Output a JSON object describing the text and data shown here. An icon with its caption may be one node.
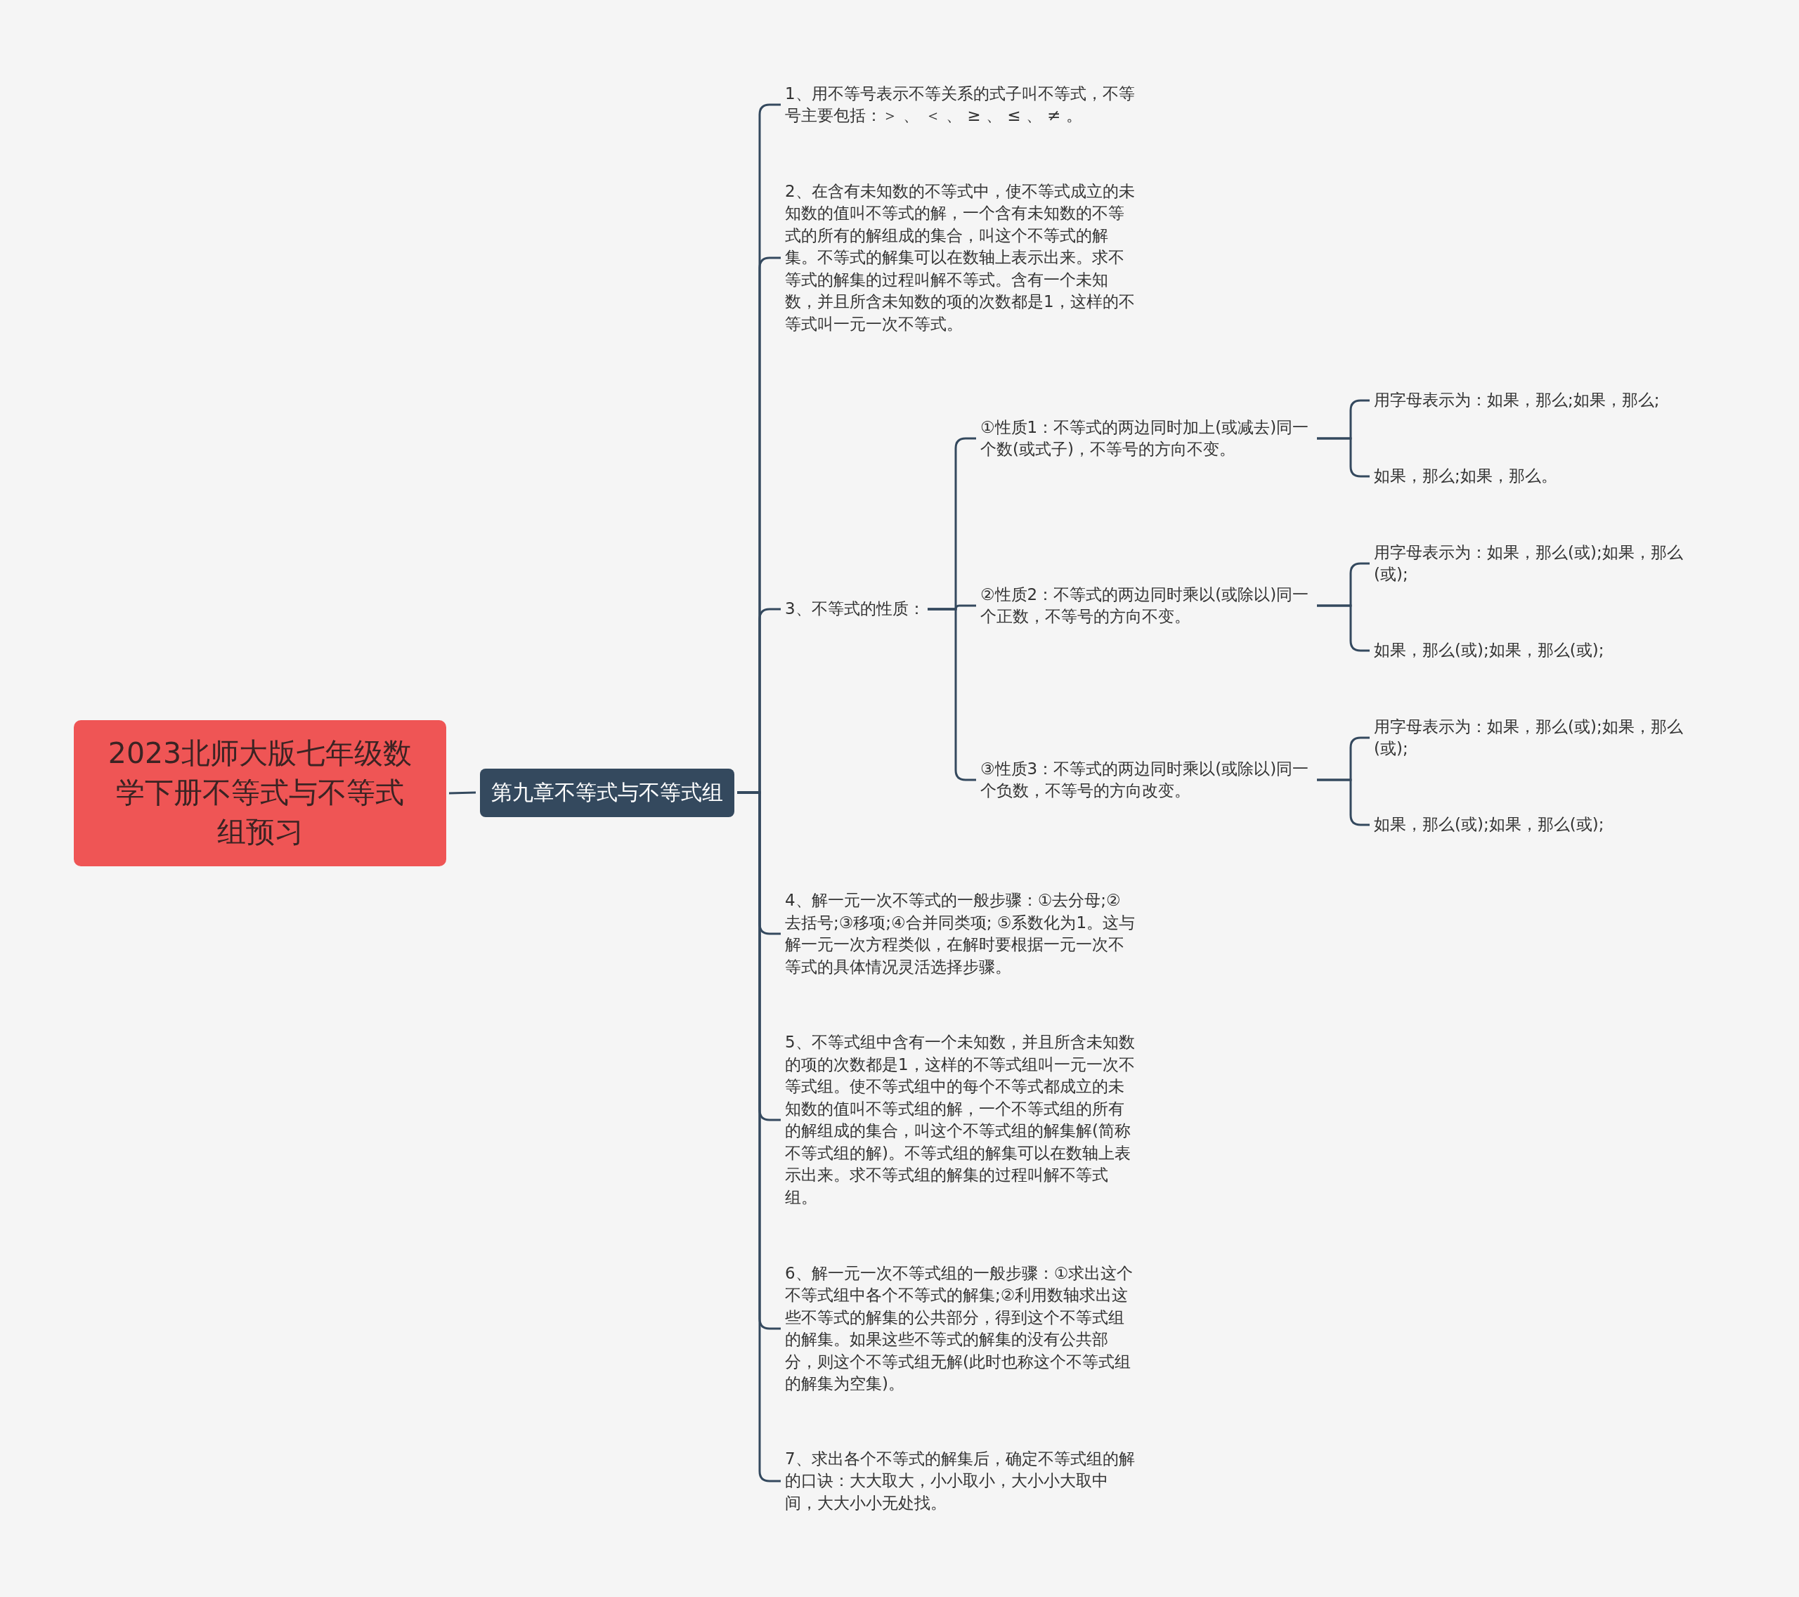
{
  "diagram": {
    "nodes": [
      {
        "text": [
          "2023北师大版七年级数学下册不等式与不等式组预习"
        ]
      },
      {
        "text": [
          "第九章不等式与不等式组"
        ]
      },
      {
        "text": [
          "1、用不等号表示不等关系的式子叫不等式，不等号主要包括：＞ 、 ＜ 、 ≥ 、 ≤ 、 ≠ 。"
        ]
      },
      {
        "text": [
          "2、在含有未知数的不等式中，使不等式成立的未知数的值叫不等式的解，一个含有未知数的不等式的所有的解组成的集合，叫这个不等式的解集。不等式的解集可以在数轴上表示出来。求不等式的解集的过程叫解不等式。含有一个未知数，并且所含未知数的项的次数都是1，这样的不等式叫一元一次不等式。"
        ]
      },
      {
        "text": [
          "3、不等式的性质："
        ]
      },
      {
        "text": [
          "①性质1：不等式的两边同时加上(或减去)同一个数(或式子)，不等号的方向不变。"
        ]
      },
      {
        "text": [
          "用字母表示为：如果，那么;如果，那么;"
        ]
      },
      {
        "text": [
          "如果，那么;如果，那么。"
        ]
      },
      {
        "text": [
          "②性质2：不等式的两边同时乘以(或除以)同一个正数，不等号的方向不变。"
        ]
      },
      {
        "text": [
          "用字母表示为：如果，那么(或);如果，那么(或);"
        ]
      },
      {
        "text": [
          "如果，那么(或);如果，那么(或);"
        ]
      },
      {
        "text": [
          "③性质3：不等式的两边同时乘以(或除以)同一个负数，不等号的方向改变。"
        ]
      },
      {
        "text": [
          "用字母表示为：如果，那么(或);如果，那么(或);"
        ]
      },
      {
        "text": [
          "如果，那么(或);如果，那么(或);"
        ]
      },
      {
        "text": [
          "4、解一元一次不等式的一般步骤：①去分母;②去括号;③移项;④合并同类项; ⑤系数化为1。这与解一元一次方程类似，在解时要根据一元一次不等式的具体情况灵活选择步骤。"
        ]
      },
      {
        "text": [
          "5、不等式组中含有一个未知数，并且所含未知数的项的次数都是1，这样的不等式组叫一元一次不等式组。使不等式组中的每个不等式都成立的未知数的值叫不等式组的解，一个不等式组的所有的解组成的集合，叫这个不等式组的解集解(简称不等式组的解)。不等式组的解集可以在数轴上表示出来。求不等式组的解集的过程叫解不等式组。"
        ]
      },
      {
        "text": [
          "6、解一元一次不等式组的一般步骤：①求出这个不等式组中各个不等式的解集;②利用数轴求出这些不等式的解集的公共部分，得到这个不等式组的解集。如果这些不等式的解集的没有公共部分，则这个不等式组无解(此时也称这个不等式组的解集为空集)。"
        ]
      },
      {
        "text": [
          "7、求出各个不等式的解集后，确定不等式组的解的口诀：大大取大，小小取小，大小小大取中间，大大小小无处找。"
        ]
      }
    ],
    "edges": [
      {
        "from": 0,
        "to": 1,
        "arrow": "none"
      },
      {
        "from": 1,
        "to": 2,
        "arrow": "none"
      },
      {
        "from": 1,
        "to": 3,
        "arrow": "none"
      },
      {
        "from": 1,
        "to": 4,
        "arrow": "none"
      },
      {
        "from": 4,
        "to": 5,
        "arrow": "none"
      },
      {
        "from": 5,
        "to": 6,
        "arrow": "none"
      },
      {
        "from": 5,
        "to": 7,
        "arrow": "none"
      },
      {
        "from": 4,
        "to": 8,
        "arrow": "none"
      },
      {
        "from": 8,
        "to": 9,
        "arrow": "none"
      },
      {
        "from": 8,
        "to": 10,
        "arrow": "none"
      },
      {
        "from": 4,
        "to": 11,
        "arrow": "none"
      },
      {
        "from": 11,
        "to": 12,
        "arrow": "none"
      },
      {
        "from": 11,
        "to": 13,
        "arrow": "none"
      },
      {
        "from": 1,
        "to": 14,
        "arrow": "none"
      },
      {
        "from": 1,
        "to": 15,
        "arrow": "none"
      },
      {
        "from": 1,
        "to": 16,
        "arrow": "none"
      },
      {
        "from": 1,
        "to": 17,
        "arrow": "none"
      }
    ]
  }
}
